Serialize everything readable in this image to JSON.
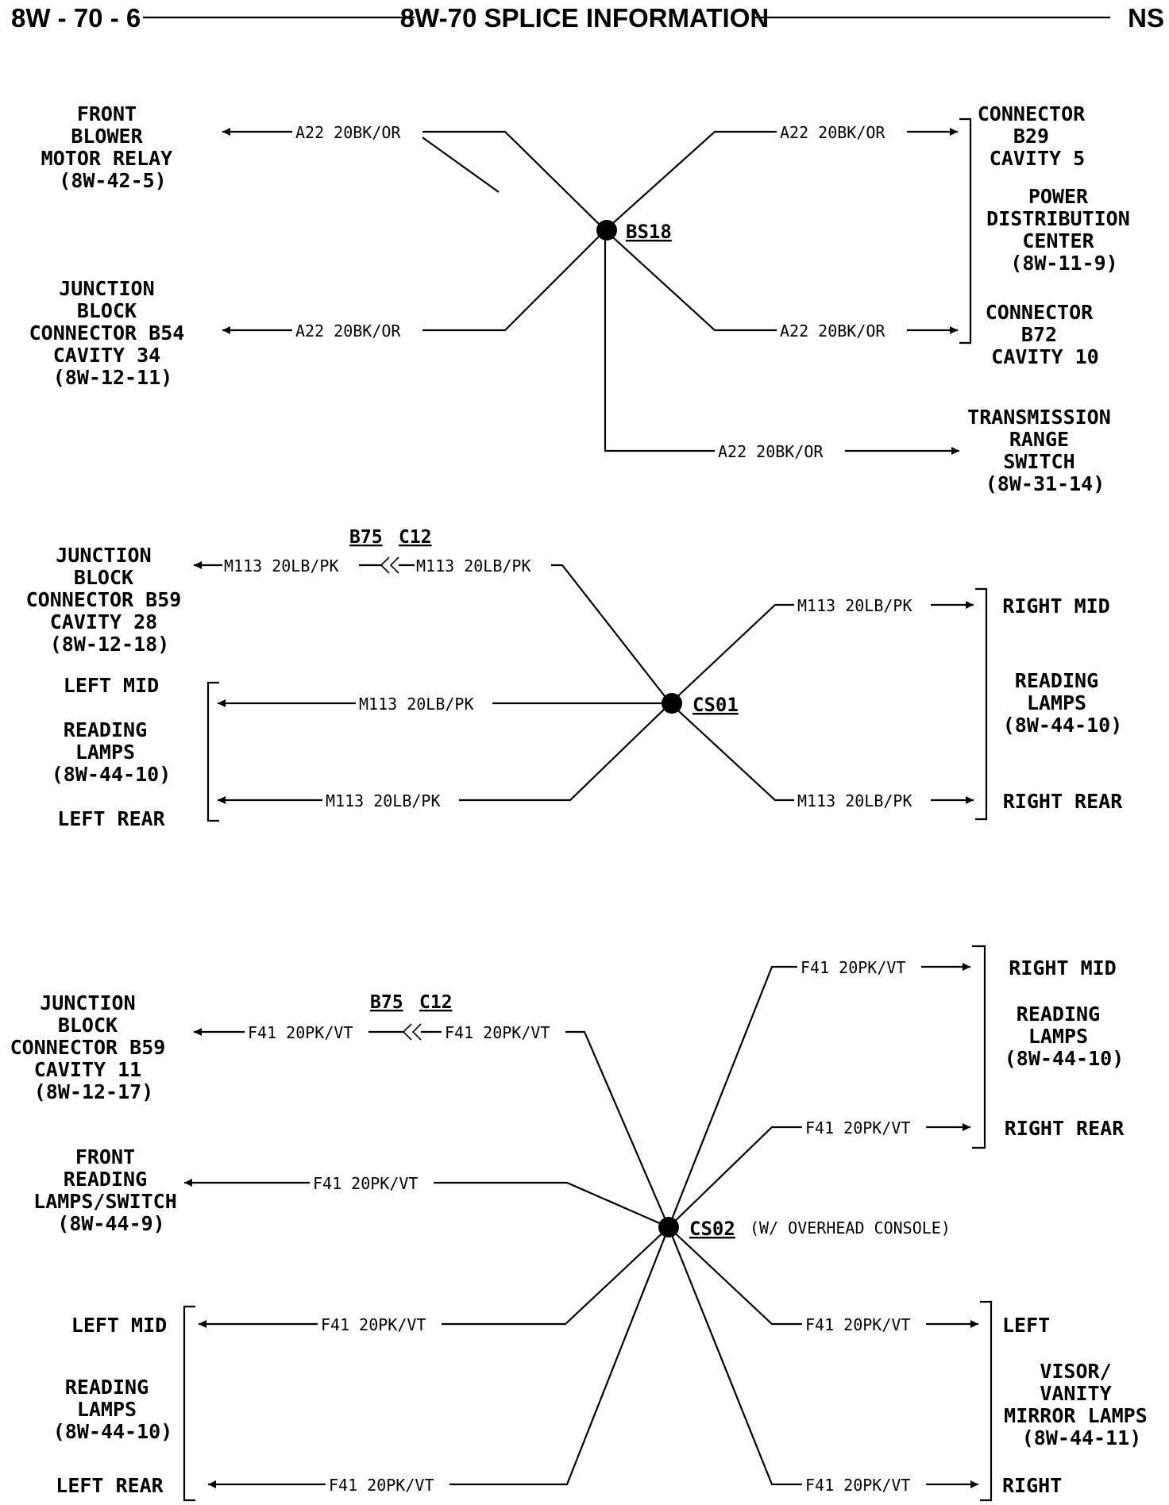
{
  "header": {
    "page_ref": "8W - 70 - 6",
    "title": "8W-70 SPLICE INFORMATION",
    "model": "NS"
  },
  "splice_bs18": {
    "splice_label": "BS18",
    "wire_a22": "A22 20BK/OR",
    "front_blower_relay": [
      "FRONT",
      "BLOWER",
      "MOTOR RELAY",
      "(8W-42-5)"
    ],
    "junction_block_b54": [
      "JUNCTION",
      "BLOCK",
      "CONNECTOR B54",
      "CAVITY 34",
      "(8W-12-11)"
    ],
    "connector_b29": [
      "CONNECTOR",
      "B29",
      "CAVITY 5"
    ],
    "pdc": [
      "POWER",
      "DISTRIBUTION",
      "CENTER",
      "(8W-11-9)"
    ],
    "connector_b72": [
      "CONNECTOR",
      "B72",
      "CAVITY 10"
    ],
    "trs": [
      "TRANSMISSION",
      "RANGE",
      "SWITCH",
      "(8W-31-14)"
    ]
  },
  "splice_cs01": {
    "splice_label": "CS01",
    "wire_m113": "M113 20LB/PK",
    "conn_b75": "B75",
    "conn_c12": "C12",
    "junction_block_b59": [
      "JUNCTION",
      "BLOCK",
      "CONNECTOR B59",
      "CAVITY 28",
      "(8W-12-18)"
    ],
    "left_mid": "LEFT MID",
    "left_lamps": [
      "READING",
      "LAMPS",
      "(8W-44-10)"
    ],
    "left_rear": "LEFT REAR",
    "right_mid": "RIGHT MID",
    "right_lamps": [
      "READING",
      "LAMPS",
      "(8W-44-10)"
    ],
    "right_rear": "RIGHT REAR"
  },
  "splice_cs02": {
    "splice_label": "CS02",
    "note": "(W/ OVERHEAD CONSOLE)",
    "wire_f41": "F41 20PK/VT",
    "conn_b75": "B75",
    "conn_c12": "C12",
    "junction_block_b59": [
      "JUNCTION",
      "BLOCK",
      "CONNECTOR B59",
      "CAVITY 11",
      "(8W-12-17)"
    ],
    "front_reading": [
      "FRONT",
      "READING",
      "LAMPS/SWITCH",
      "(8W-44-9)"
    ],
    "left_mid": "LEFT MID",
    "left_lamps": [
      "READING",
      "LAMPS",
      "(8W-44-10)"
    ],
    "left_rear": "LEFT REAR",
    "right_mid": "RIGHT MID",
    "right_lamps": [
      "READING",
      "LAMPS",
      "(8W-44-10)"
    ],
    "right_rear": "RIGHT REAR",
    "visor_left": "LEFT",
    "visor_lamps": [
      "VISOR/",
      "VANITY",
      "MIRROR LAMPS",
      "(8W-44-11)"
    ],
    "visor_right": "RIGHT"
  }
}
